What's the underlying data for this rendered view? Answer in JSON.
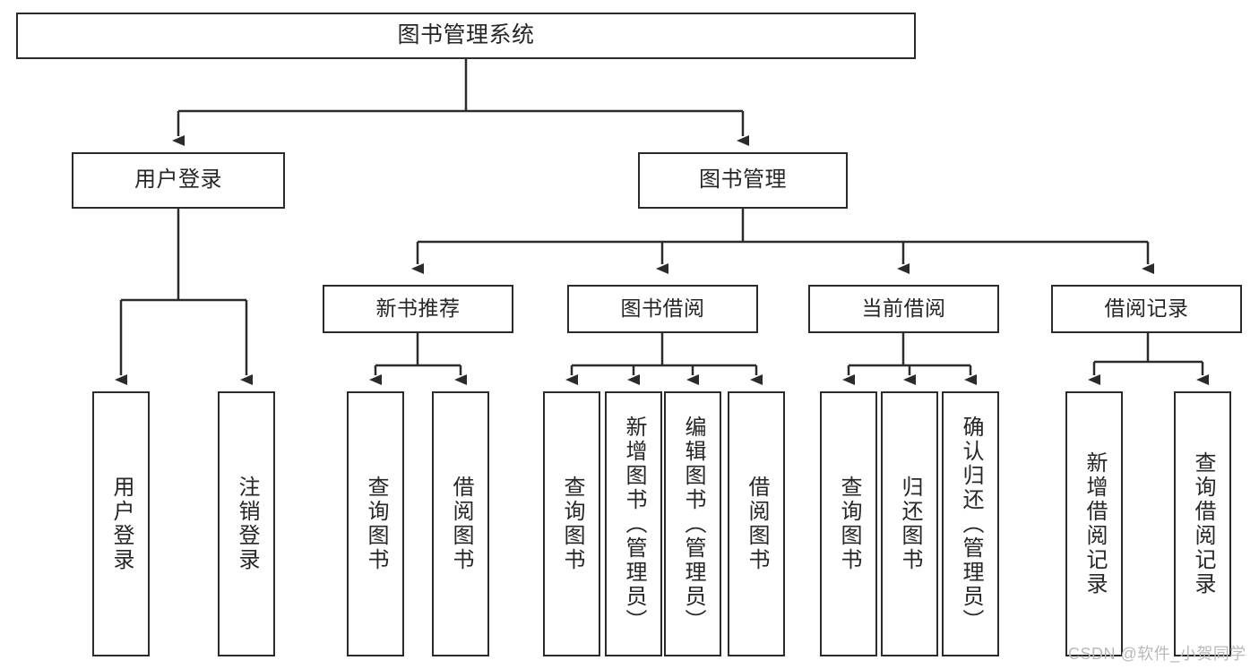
{
  "diagram": {
    "type": "tree-hierarchy",
    "title": "图书管理系统",
    "root": {
      "label": "图书管理系统",
      "children": [
        {
          "label": "用户登录",
          "children": [
            {
              "label": "用户登录"
            },
            {
              "label": "注销登录"
            }
          ]
        },
        {
          "label": "图书管理",
          "children": [
            {
              "label": "新书推荐",
              "children": [
                {
                  "label": "查询图书"
                },
                {
                  "label": "借阅图书"
                }
              ]
            },
            {
              "label": "图书借阅",
              "children": [
                {
                  "label": "查询图书"
                },
                {
                  "label": "新增图书（管理员）"
                },
                {
                  "label": "编辑图书（管理员）"
                },
                {
                  "label": "借阅图书"
                }
              ]
            },
            {
              "label": "当前借阅",
              "children": [
                {
                  "label": "查询图书"
                },
                {
                  "label": "归还图书"
                },
                {
                  "label": "确认归还（管理员）"
                }
              ]
            },
            {
              "label": "借阅记录",
              "children": [
                {
                  "label": "新增借阅记录"
                },
                {
                  "label": "查询借阅记录"
                }
              ]
            }
          ]
        }
      ]
    }
  },
  "nodes": {
    "root": "图书管理系统",
    "user_login": "用户登录",
    "book_manage": "图书管理",
    "new_book_rec": "新书推荐",
    "book_borrow": "图书借阅",
    "current_borrow": "当前借阅",
    "borrow_record": "借阅记录",
    "leaf_user_login": "用户登录",
    "leaf_user_logout": "注销登录",
    "leaf_nbr_query": "查询图书",
    "leaf_nbr_borrow": "借阅图书",
    "leaf_bb_query": "查询图书",
    "leaf_bb_add": "新增图书（管理员）",
    "leaf_bb_edit": "编辑图书（管理员）",
    "leaf_bb_borrow": "借阅图书",
    "leaf_cb_query": "查询图书",
    "leaf_cb_return": "归还图书",
    "leaf_cb_confirm": "确认归还（管理员）",
    "leaf_br_add": "新增借阅记录",
    "leaf_br_query": "查询借阅记录"
  },
  "watermark": {
    "text": "CSDN @软件_小贺同学"
  },
  "colors": {
    "background": "#ffffff",
    "box_border": "#2b2b2b",
    "box_fill": "#ffffff",
    "text": "#262626",
    "connector": "#2b2b2b",
    "watermark": "#b9b9b9"
  }
}
